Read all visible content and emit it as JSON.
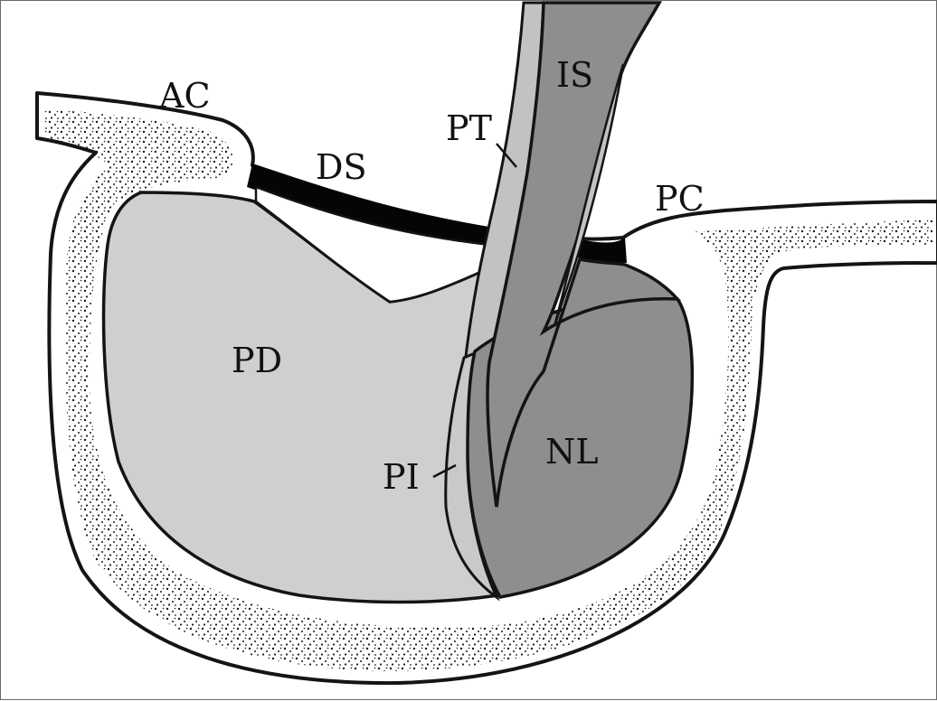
{
  "labels": {
    "ac": "AC",
    "ds": "DS",
    "pt": "PT",
    "is": "IS",
    "pc": "PC",
    "pd": "PD",
    "pi": "PI",
    "nl": "NL"
  },
  "colors": {
    "bone_fill": "#ffffff",
    "bone_dots": "#1a1a1a",
    "pars_distalis": "#cfcfcf",
    "pars_tuberalis": "#c2c2c2",
    "pars_intermedia": "#c9c9c9",
    "neural_lobe": "#8e8e8e",
    "infundibular_stalk": "#8e8e8e",
    "diaphragma_sellae": "#050505",
    "outline": "#141414"
  }
}
